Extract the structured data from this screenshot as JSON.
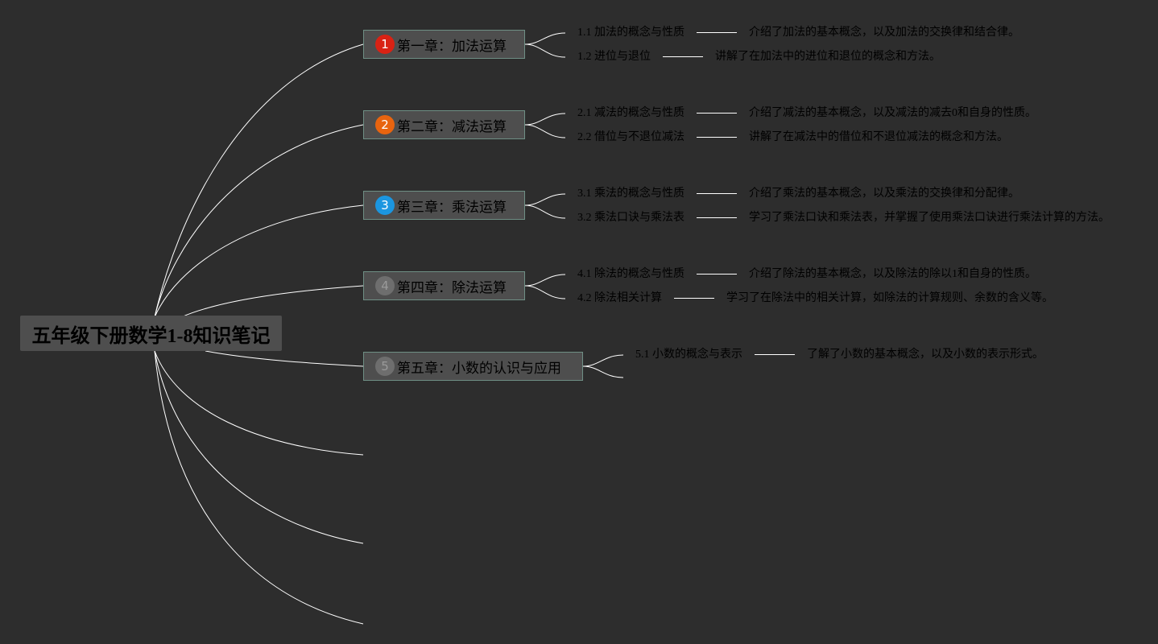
{
  "root": {
    "title": "五年级下册数学1-8知识笔记"
  },
  "chapters": [
    {
      "number": "1",
      "badge_color": "#d92214",
      "title": "第一章：加法运算",
      "items": [
        {
          "label": "1.1 加法的概念与性质",
          "note": "介绍了加法的基本概念，以及加法的交换律和结合律。"
        },
        {
          "label": "1.2 进位与退位",
          "note": "讲解了在加法中的进位和退位的概念和方法。"
        }
      ]
    },
    {
      "number": "2",
      "badge_color": "#e8640f",
      "title": "第二章：减法运算",
      "items": [
        {
          "label": "2.1 减法的概念与性质",
          "note": "介绍了减法的基本概念，以及减法的减去0和自身的性质。"
        },
        {
          "label": "2.2 借位与不退位减法",
          "note": "讲解了在减法中的借位和不退位减法的概念和方法。"
        }
      ]
    },
    {
      "number": "3",
      "badge_color": "#1b96e0",
      "title": "第三章：乘法运算",
      "items": [
        {
          "label": "3.1 乘法的概念与性质",
          "note": "介绍了乘法的基本概念，以及乘法的交换律和分配律。"
        },
        {
          "label": "3.2 乘法口诀与乘法表",
          "note": "学习了乘法口诀和乘法表，并掌握了使用乘法口诀进行乘法计算的方法。"
        }
      ]
    },
    {
      "number": "4",
      "badge_color": "#6e6e6e",
      "title": "第四章：除法运算",
      "items": [
        {
          "label": "4.1 除法的概念与性质",
          "note": "介绍了除法的基本概念，以及除法的除以1和自身的性质。"
        },
        {
          "label": "4.2 除法相关计算",
          "note": "学习了在除法中的相关计算，如除法的计算规则、余数的含义等。"
        }
      ]
    },
    {
      "number": "5",
      "badge_color": "#6e6e6e",
      "title": "第五章：小数的认识与应用",
      "items": [
        {
          "label": "5.1 小数的概念与表示",
          "note": "了解了小数的基本概念，以及小数的表示形式。"
        }
      ]
    }
  ],
  "colors": {
    "background": "#2d2d2d",
    "node_fill": "#4e4e4e",
    "node_border": "#6f8f85",
    "connector": "#ffffff"
  }
}
